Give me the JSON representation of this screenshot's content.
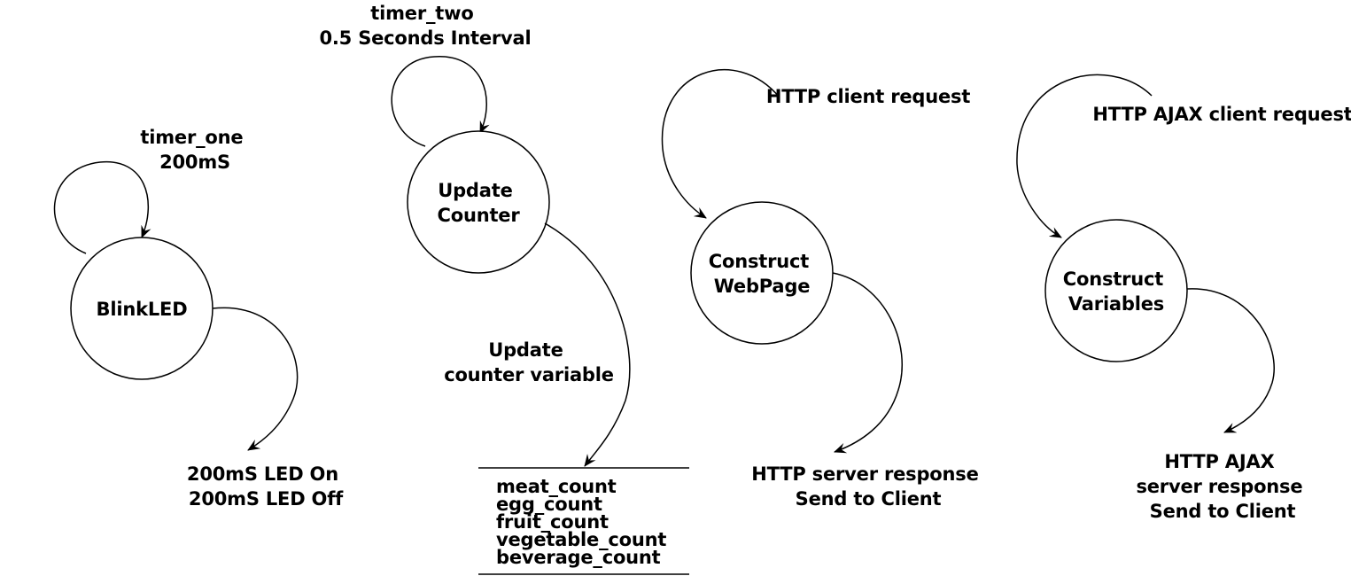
{
  "colors": {
    "ink": "#000000",
    "background": "#ffffff"
  },
  "blink": {
    "trigger": [
      "timer_one",
      "200mS"
    ],
    "node": [
      "BlinkLED"
    ],
    "output": [
      "200mS LED On",
      "200mS LED Off"
    ]
  },
  "counter": {
    "trigger": [
      "timer_two",
      "0.5 Seconds Interval"
    ],
    "node": [
      "Update",
      "Counter"
    ],
    "action": [
      "Update",
      "counter variable"
    ],
    "store": [
      "meat_count",
      "egg_count",
      "fruit_count",
      "vegetable_count",
      "beverage_count"
    ]
  },
  "webpage": {
    "trigger": [
      "HTTP client request"
    ],
    "node": [
      "Construct",
      "WebPage"
    ],
    "output": [
      "HTTP server response",
      "Send to Client"
    ]
  },
  "ajax": {
    "trigger": [
      "HTTP AJAX client request"
    ],
    "node": [
      "Construct",
      "Variables"
    ],
    "output": [
      "HTTP AJAX",
      "server response",
      "Send to Client"
    ]
  }
}
